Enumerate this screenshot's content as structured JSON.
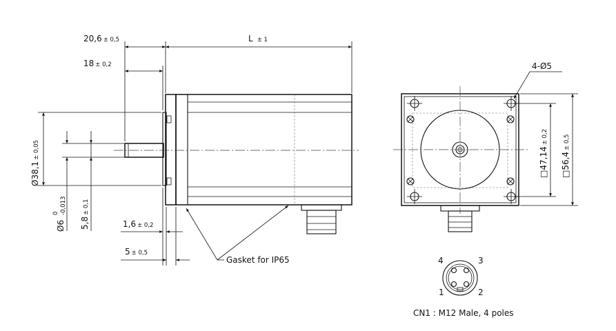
{
  "dimensions": {
    "flange_offset": {
      "nominal": "20,6",
      "tol": "± 0,5"
    },
    "shaft_length": {
      "nominal": "18",
      "tol": "± 0,2"
    },
    "body_length": {
      "nominal": "L",
      "tol": "± 1"
    },
    "pilot_diameter": {
      "nominal": "Ø38,1",
      "tol": "± 0,05"
    },
    "shaft_diameter": {
      "nominal": "Ø6",
      "tol_upper": "0",
      "tol_lower": "-0,013"
    },
    "flat_depth": {
      "nominal": "5,8",
      "tol": "± 0,1"
    },
    "pilot_height": {
      "nominal": "1,6",
      "tol": "± 0,2"
    },
    "flange_thickness": {
      "nominal": "5",
      "tol": "± 0,5"
    },
    "hole_pattern": {
      "nominal": "□47,14",
      "tol": "± 0,2"
    },
    "flange_square": {
      "nominal": "□56,4",
      "tol": "± 0,5"
    },
    "mount_holes": "4-Ø5"
  },
  "annotations": {
    "gasket": "Gasket for IP65"
  },
  "connector": {
    "pins": [
      "1",
      "2",
      "3",
      "4"
    ],
    "caption": "CN1 : M12 Male, 4 poles"
  }
}
